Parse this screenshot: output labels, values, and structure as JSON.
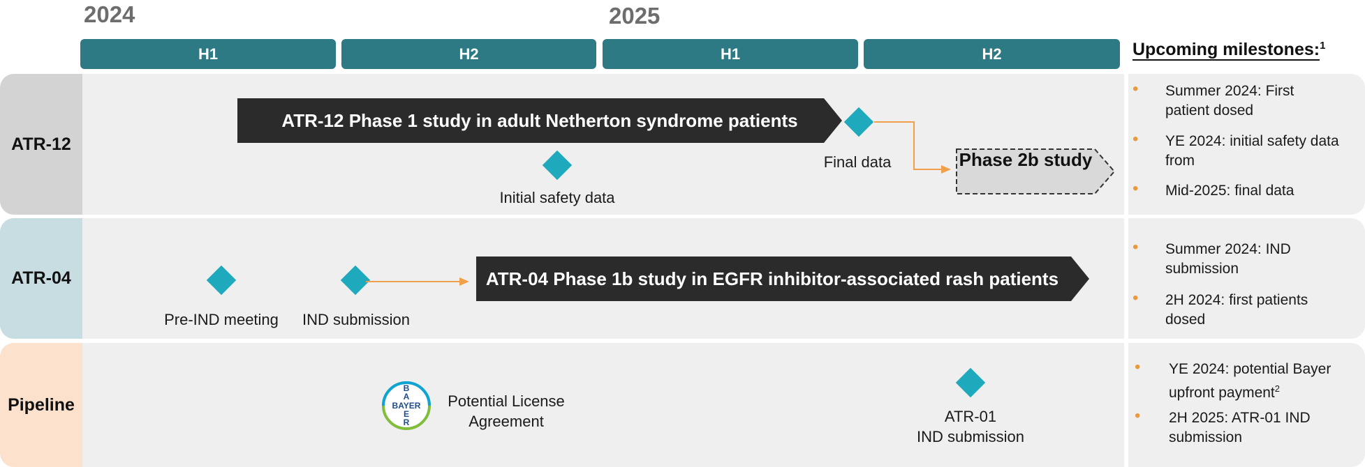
{
  "years": [
    "2024",
    "2025"
  ],
  "halves": [
    "H1",
    "H2",
    "H1",
    "H2"
  ],
  "milestones_title": "Upcoming milestones:",
  "milestones_title_sup": "1",
  "rows": [
    {
      "label": "ATR-12",
      "label_bg": "#d3d3d3"
    },
    {
      "label": "ATR-04",
      "label_bg": "#c7dde2"
    },
    {
      "label": "Pipeline",
      "label_bg": "#fce2cc"
    }
  ],
  "atr12": {
    "bar_text": "ATR-12 Phase 1 study in adult Netherton syndrome patients",
    "initial": "Initial safety data",
    "final": "Final data",
    "phase2b": "Phase 2b study"
  },
  "atr04": {
    "bar_text": "ATR-04 Phase 1b study in EGFR inhibitor-associated rash patients",
    "pre_ind": "Pre-IND meeting",
    "ind": "IND submission"
  },
  "pipeline": {
    "logo_text": "BAYER",
    "license_line1": "Potential License",
    "license_line2": "Agreement",
    "atr01_line1": "ATR-01",
    "atr01_line2": "IND submission"
  },
  "milestones": {
    "atr12": [
      "Summer 2024: First patient dosed",
      "YE 2024: initial safety data from",
      "Mid-2025: final data"
    ],
    "atr04": [
      "Summer 2024: IND submission",
      "2H 2024: first patients dosed"
    ],
    "pipeline_1": "YE 2024: potential Bayer upfront payment",
    "pipeline_1_sup": "2",
    "pipeline_2": "2H 2025: ATR-01 IND submission"
  },
  "colors": {
    "header": "#2e7a84",
    "diamond": "#1fa9bd",
    "arrow": "#f0a04b",
    "bar": "#2b2b2b",
    "bullet": "#e99a3d"
  }
}
